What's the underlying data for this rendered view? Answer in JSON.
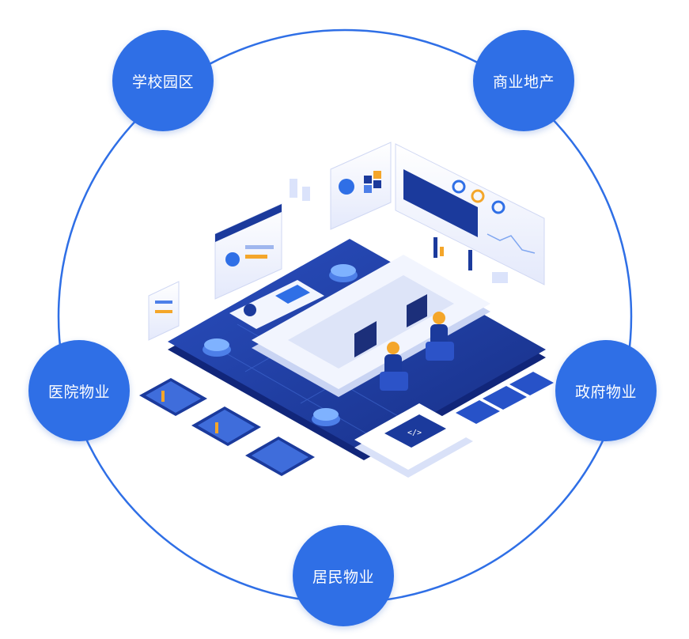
{
  "nodes": {
    "school": "学校园区",
    "commerce": "商业地产",
    "hospital": "医院物业",
    "government": "政府物业",
    "residential": "居民物业"
  },
  "illustration": {
    "code_tag": "</>"
  },
  "colors": {
    "node": "#2f6fe6",
    "ring": "#2f6fe6",
    "board_dark": "#1e3e9e",
    "accent_orange": "#f4a62a"
  }
}
